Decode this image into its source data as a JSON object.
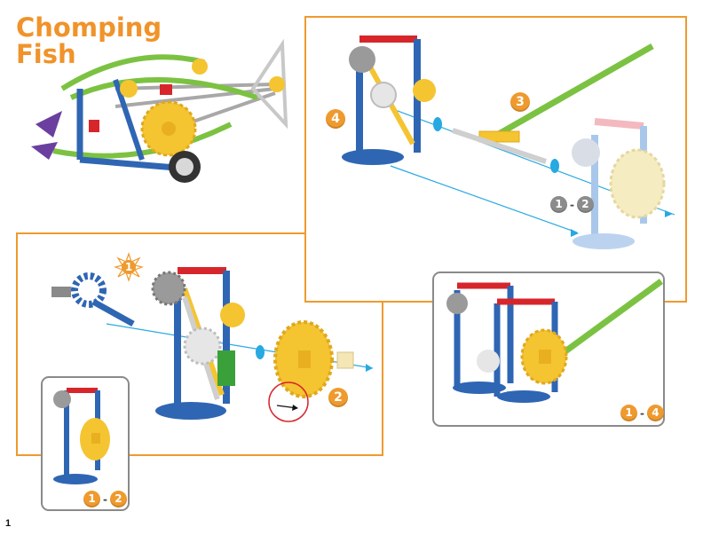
{
  "title": {
    "line1": "Chomping",
    "line2": "Fish"
  },
  "colors": {
    "accent": "#ef9a2e",
    "frame": "#8a8a8a",
    "blue_rod": "#2f66b3",
    "green_rod": "#7cc242",
    "yellow_gear": "#f5c431",
    "red_connector": "#d7262b"
  },
  "step_panel_a": {
    "star_step": "1",
    "step2": "2",
    "inset_range": {
      "from": "1",
      "to": "2",
      "dash": "-"
    }
  },
  "step_panel_b": {
    "step3": "3",
    "step4": "4",
    "range": {
      "from": "1",
      "to": "2",
      "dash": "-"
    }
  },
  "result_inset": {
    "range": {
      "from": "1",
      "to": "4",
      "dash": "-"
    }
  },
  "page_number": "1"
}
